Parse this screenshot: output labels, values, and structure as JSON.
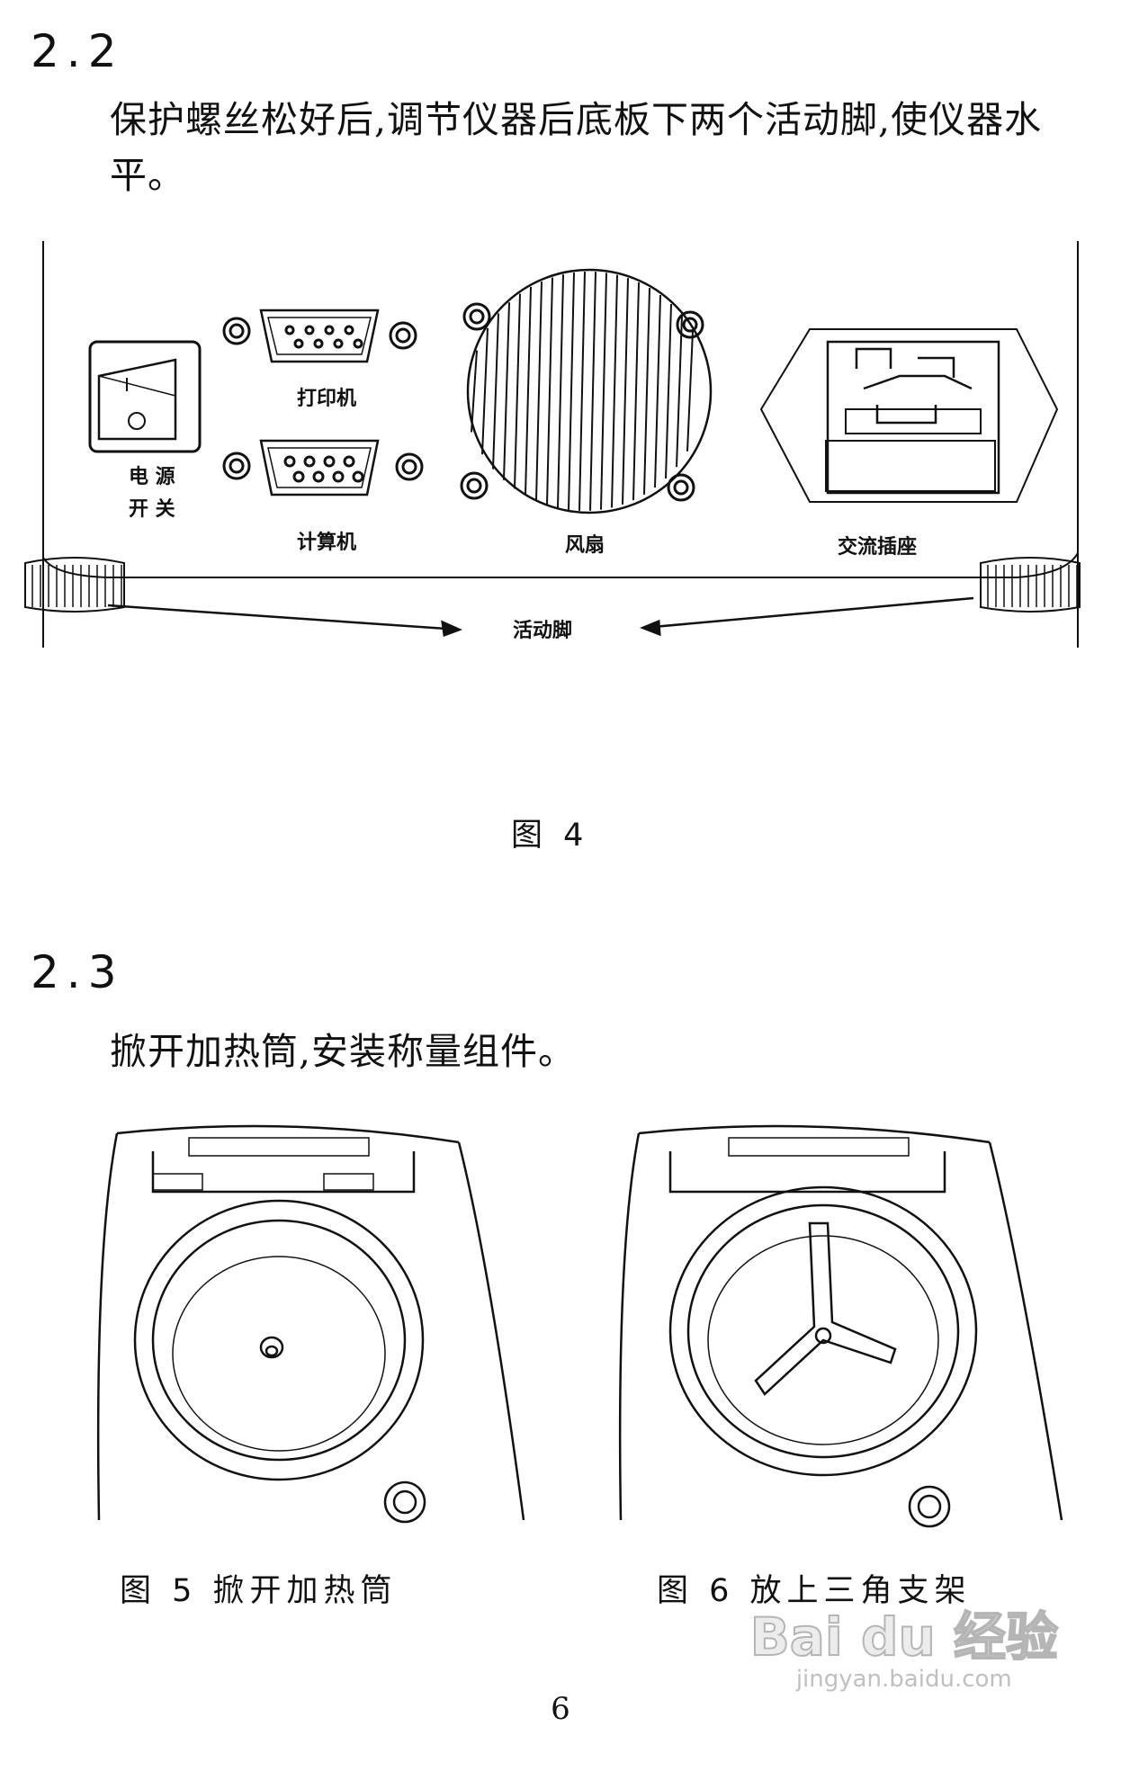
{
  "section_2_2": {
    "heading": "2.2",
    "paragraph": "保护螺丝松好后,调节仪器后底板下两个活动脚,使仪器水平。"
  },
  "figure4": {
    "labels": {
      "power_switch_line1": "电 源",
      "power_switch_line2": "开 关",
      "printer": "打印机",
      "computer": "计算机",
      "fan": "风扇",
      "ac_socket": "交流插座",
      "feet": "活动脚"
    },
    "caption": "图 4"
  },
  "section_2_3": {
    "heading": "2.3",
    "paragraph": "掀开加热筒,安装称量组件。"
  },
  "figure5": {
    "caption": "图 5 掀开加热筒"
  },
  "figure6": {
    "caption": "图 6 放上三角支架"
  },
  "page_number": "6",
  "watermark": {
    "brand": "Bai du 经验",
    "url": "jingyan.baidu.com"
  }
}
